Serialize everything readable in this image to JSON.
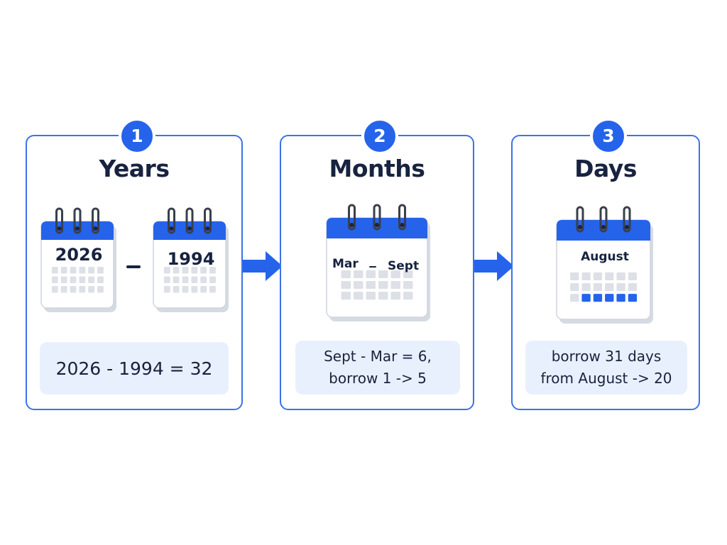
{
  "steps": [
    {
      "number": "1",
      "title": "Years",
      "calendar_left_label": "2026",
      "calendar_right_label": "1994",
      "formula": "2026 - 1994 = 32"
    },
    {
      "number": "2",
      "title": "Months",
      "calendar_from_label": "Mar",
      "calendar_to_label": "Sept",
      "formula_line1": "Sept - Mar = 6,",
      "formula_line2": "borrow 1 -> 5"
    },
    {
      "number": "3",
      "title": "Days",
      "calendar_label": "August",
      "formula_line1": "borrow 31 days",
      "formula_line2": "from August -> 20"
    }
  ],
  "colors": {
    "accent": "#2563eb",
    "border": "#3b73e6",
    "text": "#17233f",
    "formula_bg": "#e9f0fd",
    "grid_cell": "#dde0e6",
    "highlight_cell": "#2563eb"
  },
  "icons": [
    "calendar-icon",
    "arrow-right-icon"
  ]
}
